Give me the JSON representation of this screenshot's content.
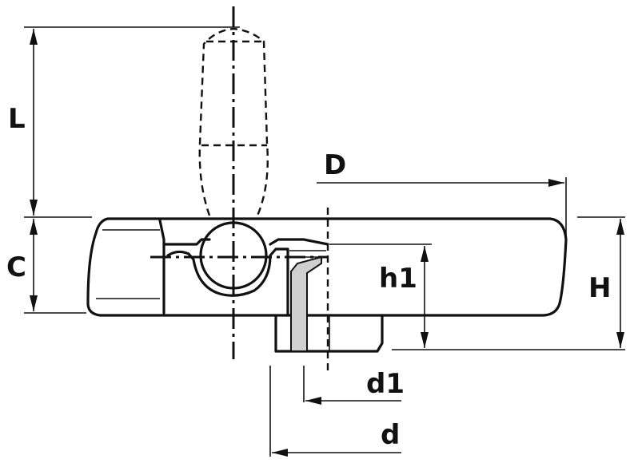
{
  "dimensions": {
    "L": "L",
    "C": "C",
    "D": "D",
    "h1": "h1",
    "H": "H",
    "d1": "d1",
    "d": "d"
  },
  "colors": {
    "line": "#111111",
    "background": "#ffffff",
    "insert_fill": "#cfcfcf"
  }
}
